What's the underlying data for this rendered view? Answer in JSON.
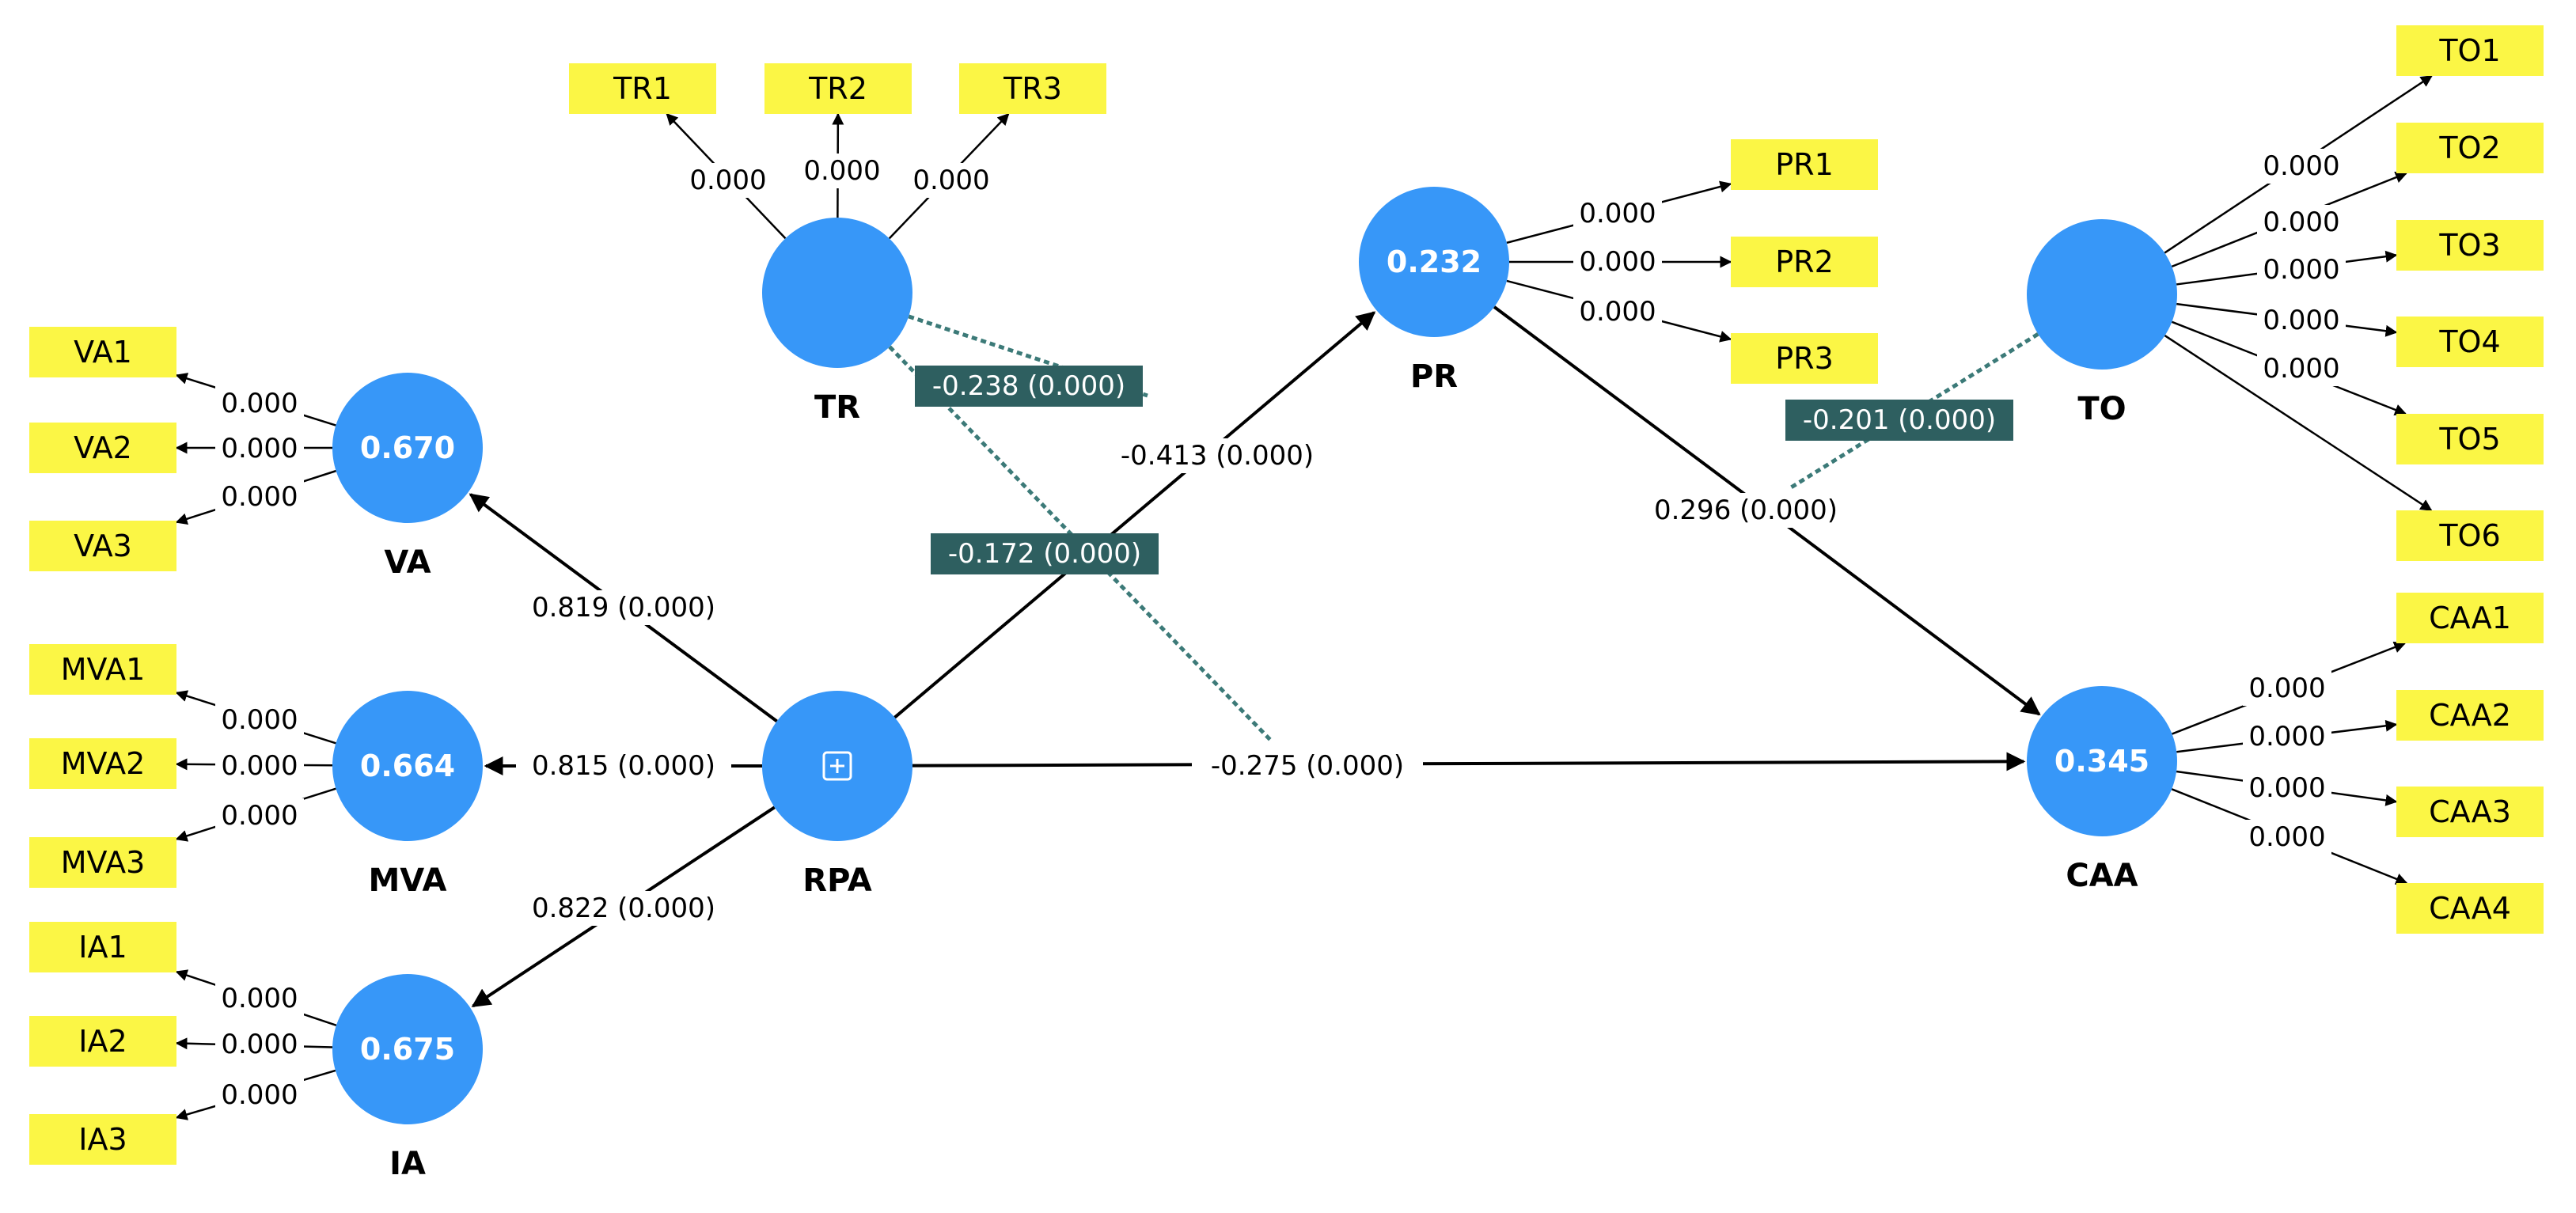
{
  "colors": {
    "construct": "#3797f8",
    "indicator_box": "#fbf645",
    "moderation_line": "#3c7a78",
    "moderation_label_bg": "#2e5f60",
    "line": "#000000"
  },
  "constructs": [
    {
      "id": "RPA",
      "label": "RPA",
      "value": "",
      "icon": "expand-plus-icon"
    },
    {
      "id": "VA",
      "label": "VA",
      "value": "0.670"
    },
    {
      "id": "MVA",
      "label": "MVA",
      "value": "0.664"
    },
    {
      "id": "IA",
      "label": "IA",
      "value": "0.675"
    },
    {
      "id": "TR",
      "label": "TR",
      "value": ""
    },
    {
      "id": "PR",
      "label": "PR",
      "value": "0.232"
    },
    {
      "id": "TO",
      "label": "TO",
      "value": ""
    },
    {
      "id": "CAA",
      "label": "CAA",
      "value": "0.345"
    }
  ],
  "indicators": [
    {
      "construct": "VA",
      "items": [
        {
          "label": "VA1",
          "loading": "0.000"
        },
        {
          "label": "VA2",
          "loading": "0.000"
        },
        {
          "label": "VA3",
          "loading": "0.000"
        }
      ]
    },
    {
      "construct": "MVA",
      "items": [
        {
          "label": "MVA1",
          "loading": "0.000"
        },
        {
          "label": "MVA2",
          "loading": "0.000"
        },
        {
          "label": "MVA3",
          "loading": "0.000"
        }
      ]
    },
    {
      "construct": "IA",
      "items": [
        {
          "label": "IA1",
          "loading": "0.000"
        },
        {
          "label": "IA2",
          "loading": "0.000"
        },
        {
          "label": "IA3",
          "loading": "0.000"
        }
      ]
    },
    {
      "construct": "TR",
      "items": [
        {
          "label": "TR1",
          "loading": "0.000"
        },
        {
          "label": "TR2",
          "loading": "0.000"
        },
        {
          "label": "TR3",
          "loading": "0.000"
        }
      ]
    },
    {
      "construct": "PR",
      "items": [
        {
          "label": "PR1",
          "loading": "0.000"
        },
        {
          "label": "PR2",
          "loading": "0.000"
        },
        {
          "label": "PR3",
          "loading": "0.000"
        }
      ]
    },
    {
      "construct": "TO",
      "items": [
        {
          "label": "TO1",
          "loading": "0.000"
        },
        {
          "label": "TO2",
          "loading": "0.000"
        },
        {
          "label": "TO3",
          "loading": "0.000"
        },
        {
          "label": "TO4",
          "loading": "0.000"
        },
        {
          "label": "TO5",
          "loading": "0.000"
        },
        {
          "label": "TO6",
          "loading": ""
        }
      ]
    },
    {
      "construct": "CAA",
      "items": [
        {
          "label": "CAA1",
          "loading": "0.000"
        },
        {
          "label": "CAA2",
          "loading": "0.000"
        },
        {
          "label": "CAA3",
          "loading": "0.000"
        },
        {
          "label": "CAA4",
          "loading": "0.000"
        }
      ]
    }
  ],
  "paths": [
    {
      "from": "RPA",
      "to": "VA",
      "label": "0.819 (0.000)"
    },
    {
      "from": "RPA",
      "to": "MVA",
      "label": "0.815 (0.000)"
    },
    {
      "from": "RPA",
      "to": "IA",
      "label": "0.822 (0.000)"
    },
    {
      "from": "RPA",
      "to": "PR",
      "label": "-0.413 (0.000)"
    },
    {
      "from": "RPA",
      "to": "CAA",
      "label": "-0.275 (0.000)"
    },
    {
      "from": "PR",
      "to": "CAA",
      "label": "0.296 (0.000)"
    }
  ],
  "moderations": [
    {
      "from": "TR",
      "to_path": "RPA-PR",
      "label": "-0.238 (0.000)"
    },
    {
      "from": "TR",
      "to_path": "RPA-CAA",
      "label": "-0.172 (0.000)"
    },
    {
      "from": "TO",
      "to_path": "PR-CAA",
      "label": "-0.201 (0.000)"
    }
  ]
}
